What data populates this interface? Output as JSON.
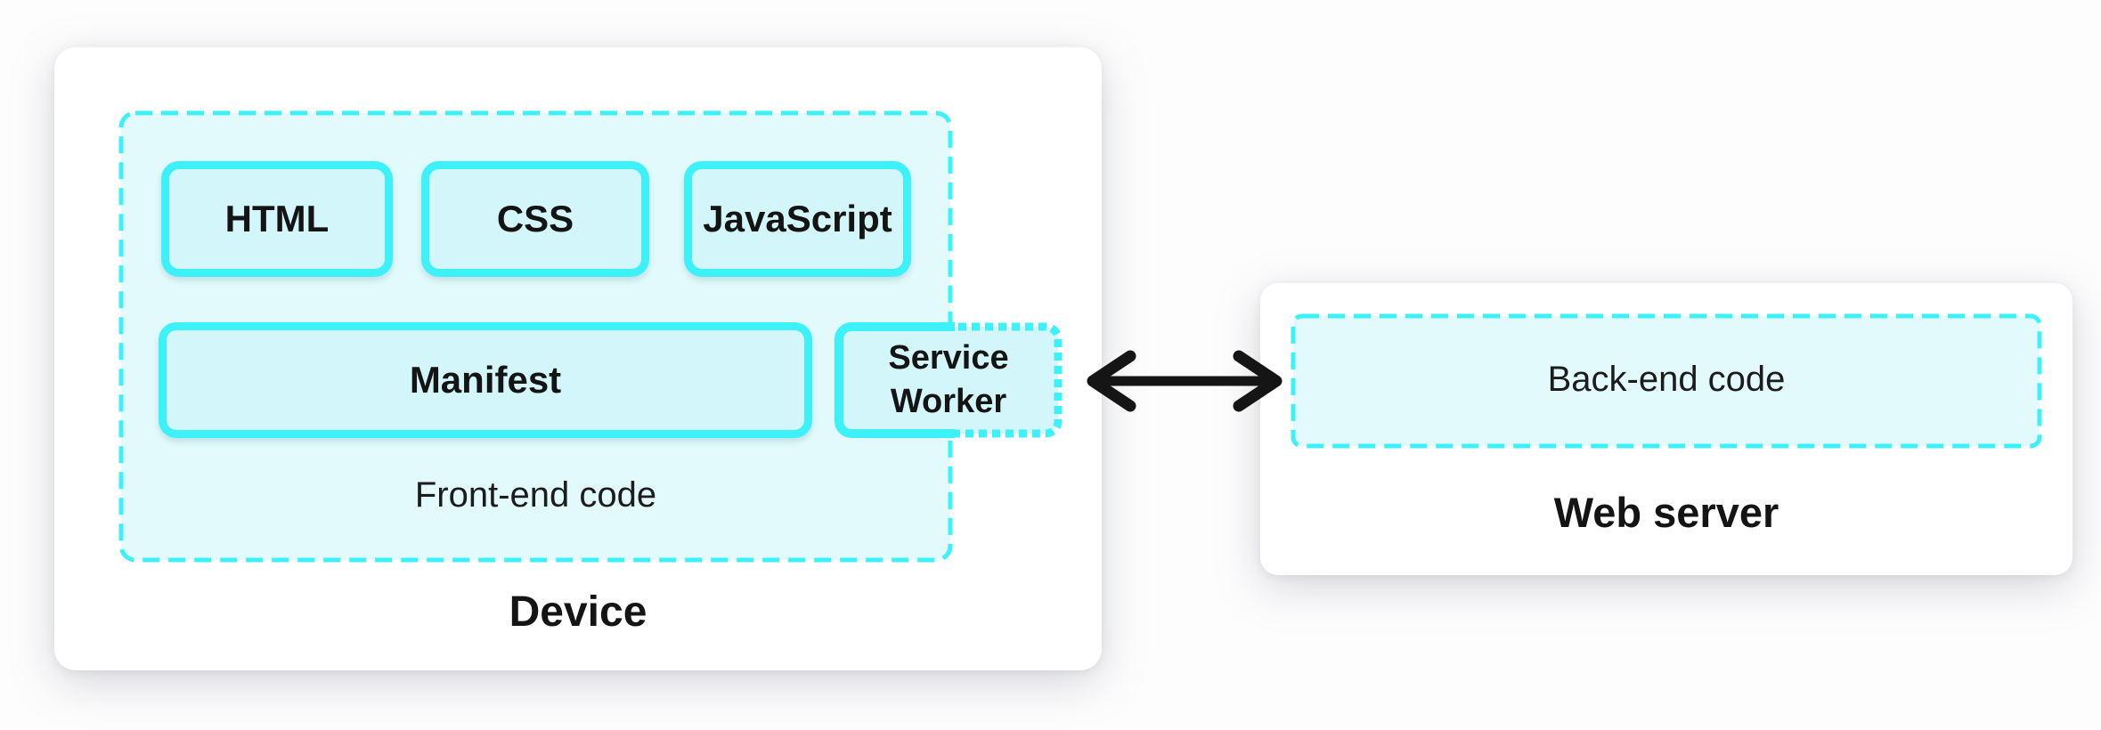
{
  "colors": {
    "accent": "#3DF1F8",
    "solid_box_fill": "#D2F6FA",
    "container_fill": "#E2FAFC",
    "panel_bg": "#FFFFFF",
    "canvas_bg": "#FDFDFE",
    "text": "#141414",
    "arrow": "#151515"
  },
  "device": {
    "title": "Device",
    "front_end": {
      "label": "Front-end code",
      "code_boxes": [
        {
          "label": "HTML"
        },
        {
          "label": "CSS"
        },
        {
          "label": "JavaScript"
        }
      ],
      "manifest_label": "Manifest",
      "service_worker_label": "Service Worker"
    }
  },
  "connector": {
    "type": "double-headed-arrow"
  },
  "web_server": {
    "title": "Web server",
    "back_end_label": "Back-end code"
  }
}
